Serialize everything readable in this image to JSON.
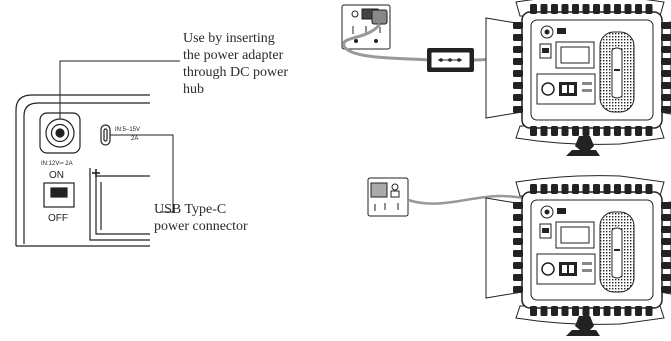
{
  "callouts": {
    "dc_power": [
      "Use by inserting",
      "the power  adapter",
      "through DC power",
      "hub"
    ],
    "usb_c": [
      "USB Type-C",
      "power connector"
    ]
  },
  "panel": {
    "dc_rating": "IN:12V═ 2A",
    "usb_rating_line1": "IN:5–15V",
    "usb_rating_line2": "2A",
    "on_label": "ON",
    "off_label": "OFF"
  }
}
